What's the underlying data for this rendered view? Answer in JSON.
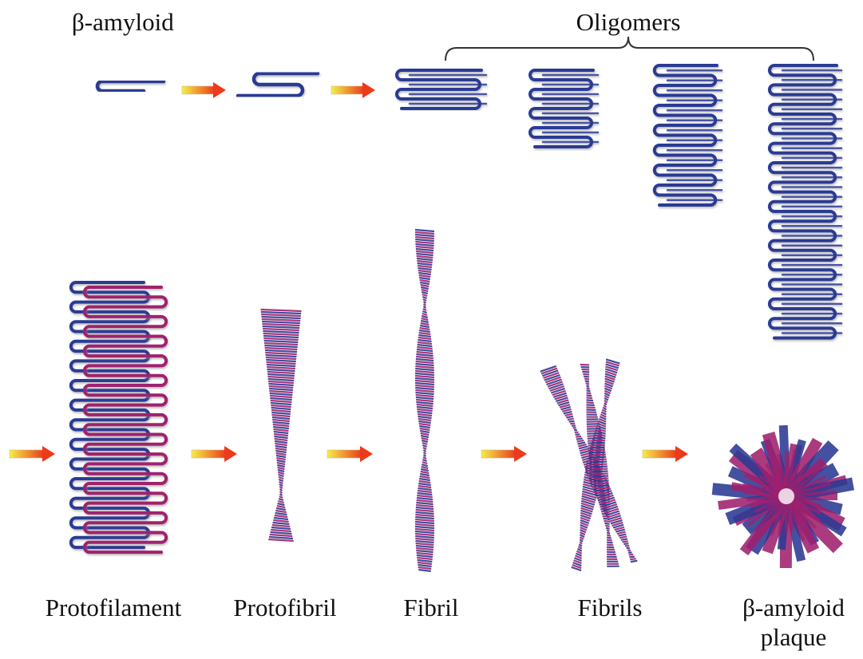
{
  "labels": {
    "beta_amyloid": "β-amyloid",
    "oligomers": "Oligomers",
    "protofilament": "Protofilament",
    "protofibril": "Protofibril",
    "fibril": "Fibril",
    "fibrils": "Fibrils",
    "plaque_line1": "β-amyloid",
    "plaque_line2": "plaque"
  },
  "colors": {
    "strand_blue": "#2b3a94",
    "strand_magenta": "#a0206e",
    "arrow_start": "#f6ee44",
    "arrow_end": "#ec3a1c",
    "background": "#ffffff"
  }
}
